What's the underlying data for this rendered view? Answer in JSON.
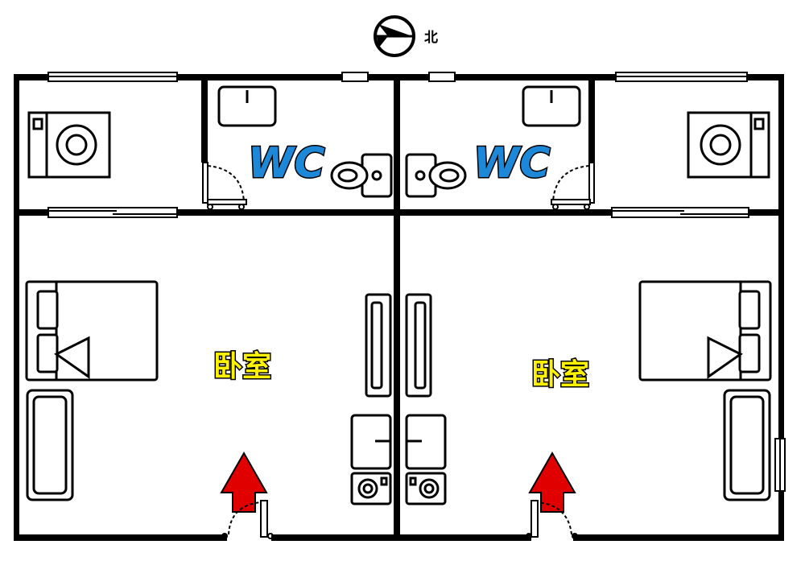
{
  "compass": {
    "label": "北",
    "icon": "north-arrow-icon"
  },
  "units": [
    {
      "bathroom_label": "WC",
      "bedroom_label": "卧室"
    },
    {
      "bathroom_label": "WC",
      "bedroom_label": "卧室"
    }
  ],
  "colors": {
    "wall": "#000000",
    "wc_label_fill": "#1e88d8",
    "room_label_fill": "#fff200",
    "entry_arrow": "#e10000",
    "window_glass": "#ffffff"
  },
  "icons": {
    "washing_machine": "washing-machine-icon",
    "toilet": "toilet-icon",
    "sink": "sink-icon",
    "bed": "bed-icon",
    "sofa": "sofa-icon",
    "wardrobe": "wardrobe-icon",
    "fridge": "fridge-icon",
    "small_washer": "small-washer-icon",
    "entry_arrow": "entry-arrow-icon"
  }
}
